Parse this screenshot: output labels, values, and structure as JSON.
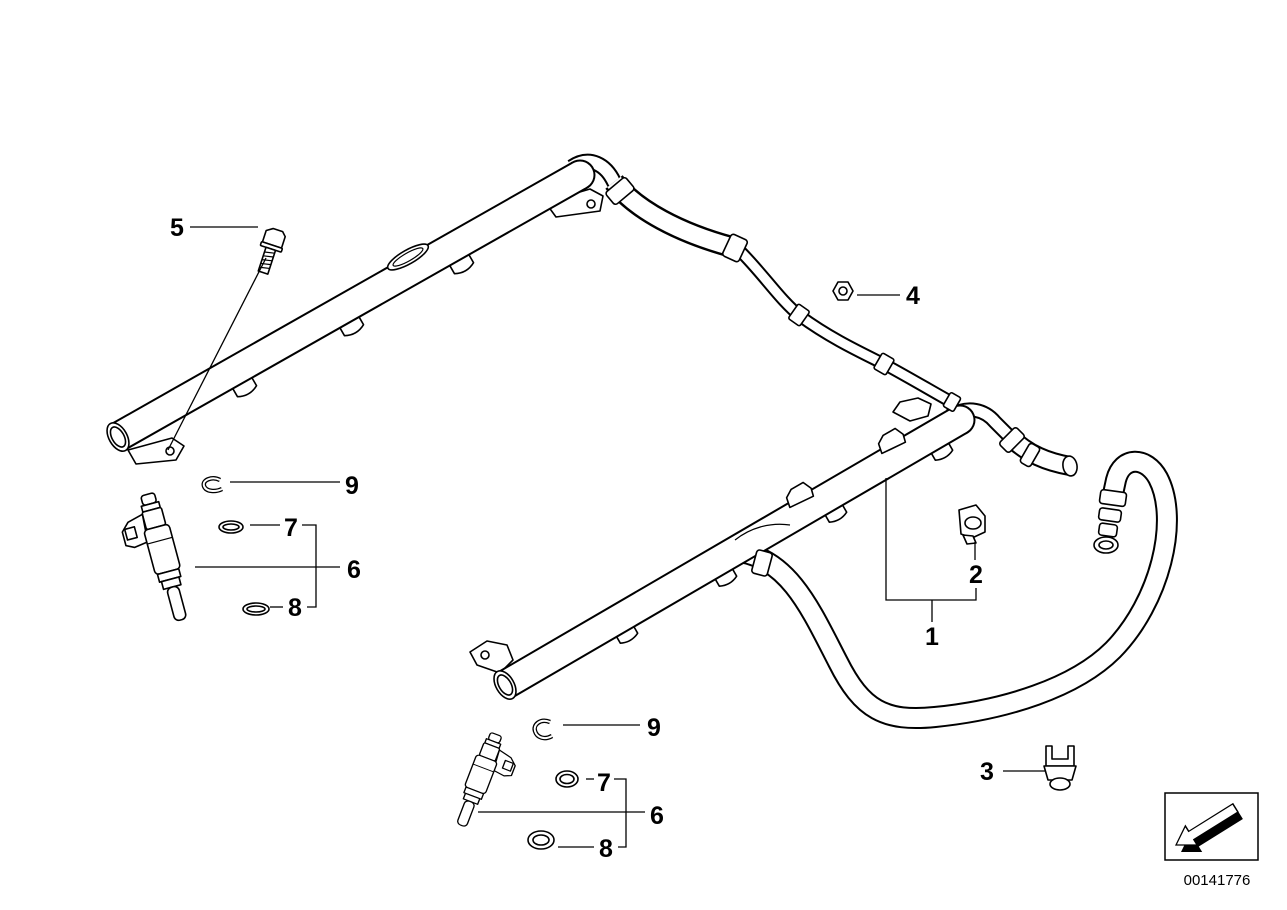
{
  "diagram": {
    "callouts": [
      "5",
      "4",
      "9",
      "7",
      "6",
      "8",
      "2",
      "1",
      "9",
      "7",
      "6",
      "8",
      "3"
    ],
    "diagram_number": "00141776"
  },
  "colors": {
    "line": "#000000",
    "background": "#ffffff"
  },
  "icons": {
    "corner_logo": "direction-arrow-icon"
  }
}
